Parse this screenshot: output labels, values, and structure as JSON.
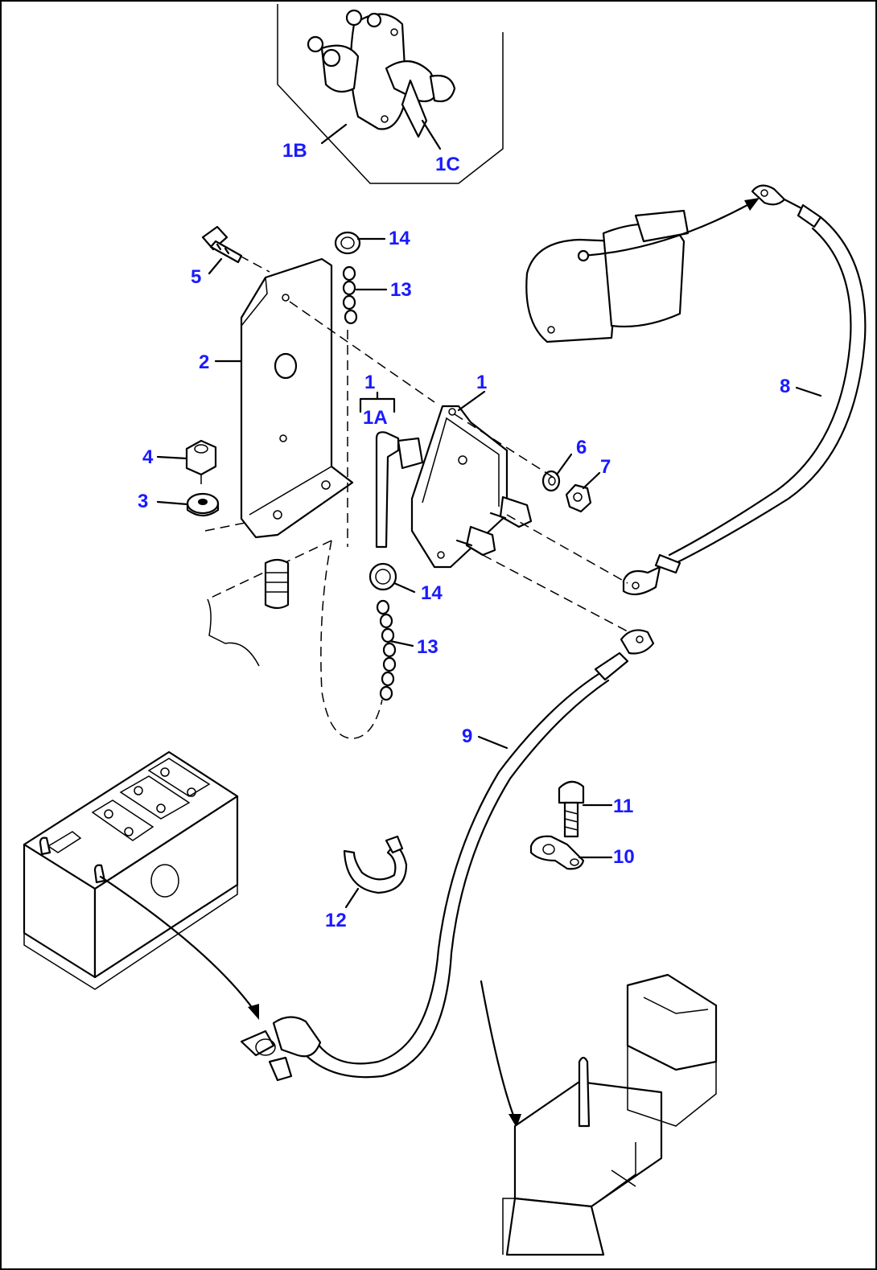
{
  "callouts": {
    "c1B": "1B",
    "c1C": "1C",
    "c14a": "14",
    "c13a": "13",
    "c5": "5",
    "c2": "2",
    "c1top": "1",
    "c1A": "1A",
    "c1": "1",
    "c6": "6",
    "c7": "7",
    "c4": "4",
    "c3": "3",
    "c8": "8",
    "c14b": "14",
    "c13b": "13",
    "c9": "9",
    "c11": "11",
    "c10": "10",
    "c12": "12"
  }
}
